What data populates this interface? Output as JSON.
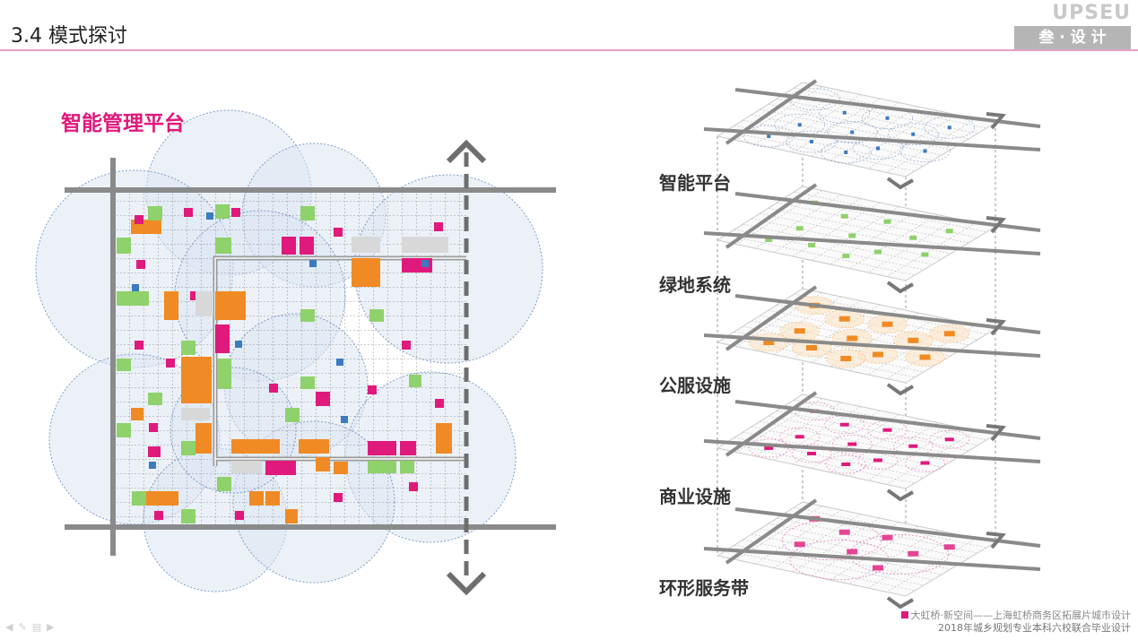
{
  "header": {
    "title": "3.4 模式探讨"
  },
  "brand": {
    "name": "UPSEU",
    "sub": "叁 · 设 计"
  },
  "main_diagram": {
    "title": "智能管理平台"
  },
  "layers": [
    {
      "label": "智能平台",
      "color": "#3b7bbf",
      "theme": "grid"
    },
    {
      "label": "绿地系统",
      "color": "#8fd16a",
      "theme": "green"
    },
    {
      "label": "公服设施",
      "color": "#f08a24",
      "theme": "orange"
    },
    {
      "label": "商业设施",
      "color": "#e0197d",
      "theme": "pink"
    },
    {
      "label": "环形服务带",
      "color": "#e0197d",
      "theme": "ring"
    }
  ],
  "colors": {
    "accent": "#e0197d",
    "orange": "#f08a24",
    "green": "#8fd16a",
    "blue": "#3b7bbf",
    "road": "#8a8a8a",
    "circle_fill": "#dde6f3"
  },
  "footer": {
    "line1": "大虹桥·新空间——上海虹桥商务区拓展片城市设计",
    "line2": "2018年城乡规划专业本科六校联合毕业设计"
  },
  "nav_icons": [
    "back-icon",
    "pen-icon",
    "menu-icon",
    "forward-icon"
  ]
}
